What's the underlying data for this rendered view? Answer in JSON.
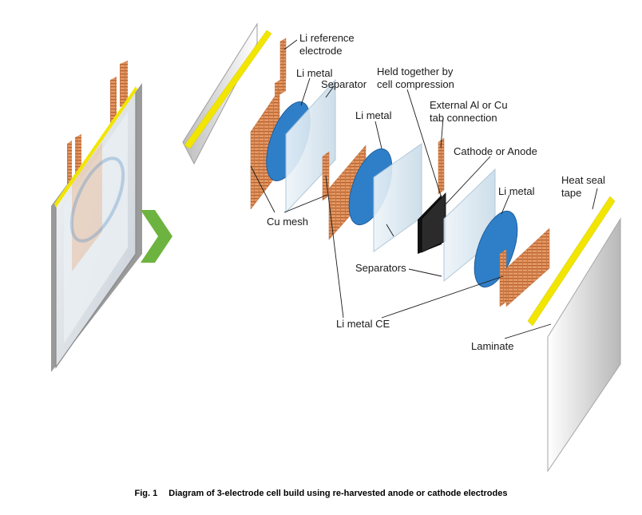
{
  "labels": {
    "li_ref_line1": "Li reference",
    "li_ref_line2": "electrode",
    "li_metal_1": "Li metal",
    "separator": "Separator",
    "held_line1": "Held together by",
    "held_line2": "cell compression",
    "li_metal_2": "Li metal",
    "ext_tab_line1": "External Al or Cu",
    "ext_tab_line2": "tab connection",
    "cathode_anode": "Cathode or Anode",
    "li_metal_3": "Li metal",
    "heat_seal_line1": "Heat seal",
    "heat_seal_line2": "tape",
    "cu_mesh": "Cu mesh",
    "separators": "Separators",
    "li_metal_ce": "Li metal CE",
    "laminate": "Laminate"
  },
  "caption": {
    "number": "Fig. 1",
    "text": "Diagram of 3-electrode cell build using re-harvested anode or cathode electrodes"
  },
  "colors": {
    "copper": "#dd8a55",
    "lithium": "#2f7fc8",
    "tape": "#f2e600",
    "arrow": "#6db33f",
    "electrode": "#2b2b2b",
    "separator": "#dce9f2"
  }
}
